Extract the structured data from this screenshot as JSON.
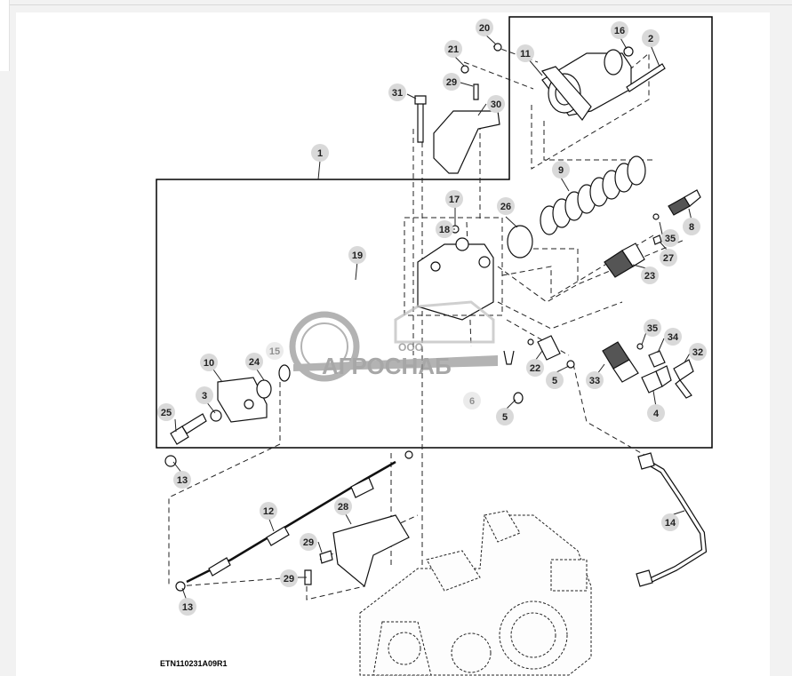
{
  "figure_id": "ETN110231A09R1",
  "watermark": {
    "small_text": "ООО",
    "brand_text": "АГРОСНАБ"
  },
  "callouts": {
    "c1": "1",
    "c2": "2",
    "c3": "3",
    "c4": "4",
    "c5a": "5",
    "c5b": "5",
    "c6": "6",
    "c8": "8",
    "c9": "9",
    "c10": "10",
    "c11": "11",
    "c12": "12",
    "c13a": "13",
    "c13b": "13",
    "c14": "14",
    "c15": "15",
    "c16": "16",
    "c17": "17",
    "c18": "18",
    "c19": "19",
    "c20": "20",
    "c21": "21",
    "c22": "22",
    "c23": "23",
    "c24": "24",
    "c25": "25",
    "c26": "26",
    "c27": "27",
    "c28": "28",
    "c29a": "29",
    "c29b": "29",
    "c29c": "29",
    "c30": "30",
    "c31": "31",
    "c32": "32",
    "c33": "33",
    "c34": "34",
    "c35a": "35",
    "c35b": "35"
  }
}
